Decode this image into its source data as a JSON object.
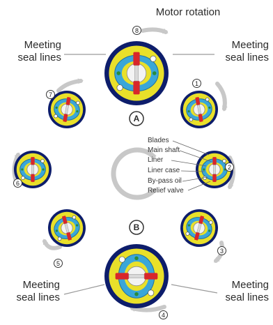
{
  "title": "Motor rotation",
  "seal_labels": {
    "top_left": [
      "Meeting",
      "seal lines"
    ],
    "top_right": [
      "Meeting",
      "seal lines"
    ],
    "bottom_left": [
      "Meeting",
      "seal lines"
    ],
    "bottom_right": [
      "Meeting",
      "seal lines"
    ]
  },
  "markers": {
    "a": "A",
    "b": "B"
  },
  "positions": [
    "1",
    "2",
    "3",
    "4",
    "5",
    "6",
    "7",
    "8"
  ],
  "callouts": [
    "Blades",
    "Main shaft",
    "Liner",
    "Liner case",
    "By-pass oil",
    "Relief valve"
  ],
  "colors": {
    "rim": "#0d1d6b",
    "yellow": "#e9e02a",
    "liner": "#3aa6d8",
    "blade": "#d8262b",
    "shaft": "#d9d9d9",
    "arrow": "#c8c8c8"
  }
}
